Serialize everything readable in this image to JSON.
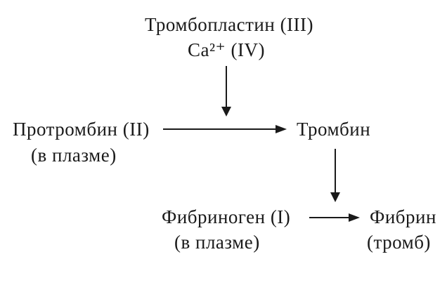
{
  "diagram": {
    "cofactor": {
      "line1": "Тромбопластин (III)",
      "line2": "Ca²⁺ (IV)"
    },
    "prothrombin": {
      "line1": "Протромбин (II)",
      "line2": "(в плазме)"
    },
    "thrombin": {
      "label": "Тромбин"
    },
    "fibrinogen": {
      "line1": "Фибриноген (I)",
      "line2": "(в плазме)"
    },
    "fibrin": {
      "line1": "Фибрин",
      "line2": "(тромб)"
    }
  },
  "colors": {
    "ink": "#1a1a1a",
    "background": "#ffffff"
  }
}
